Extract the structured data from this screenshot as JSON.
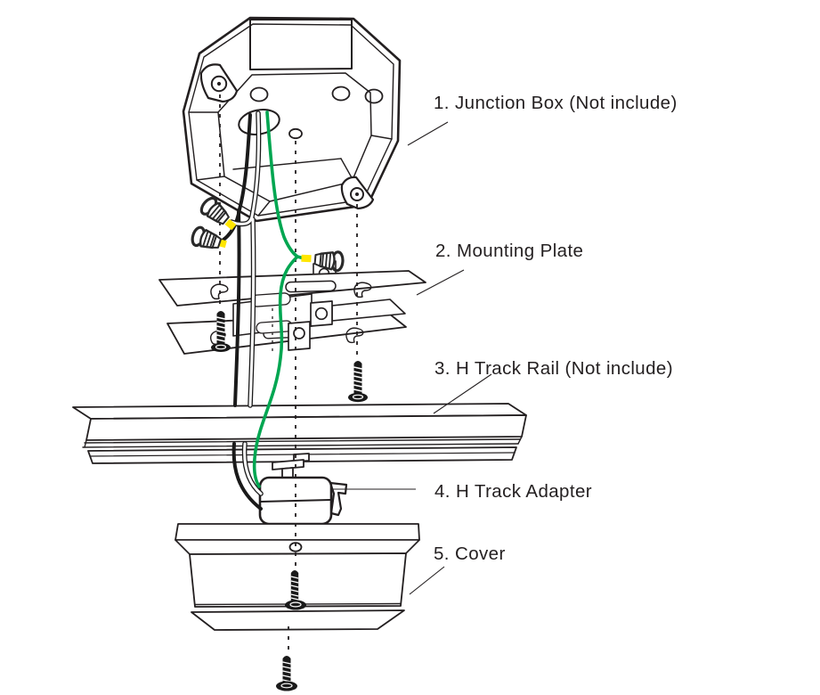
{
  "diagram": {
    "type": "exploded-assembly-diagram",
    "subject": "Track light ceiling-mount installation",
    "colors": {
      "line": "#231f20",
      "ground_wire_green": "#00a651",
      "wire_tip_yellow": "#ffe600",
      "background": "#ffffff"
    },
    "parts": [
      {
        "number": "1",
        "name": "Junction Box",
        "note": "Not include",
        "label": "1. Junction Box (Not include)"
      },
      {
        "number": "2",
        "name": "Mounting Plate",
        "note": "",
        "label": "2. Mounting Plate"
      },
      {
        "number": "3",
        "name": "H Track Rail",
        "note": "Not include",
        "label": "3. H Track Rail (Not include)"
      },
      {
        "number": "4",
        "name": "H Track Adapter",
        "note": "",
        "label": "4. H Track Adapter"
      },
      {
        "number": "5",
        "name": "Cover",
        "note": "",
        "label": "5. Cover"
      }
    ]
  }
}
